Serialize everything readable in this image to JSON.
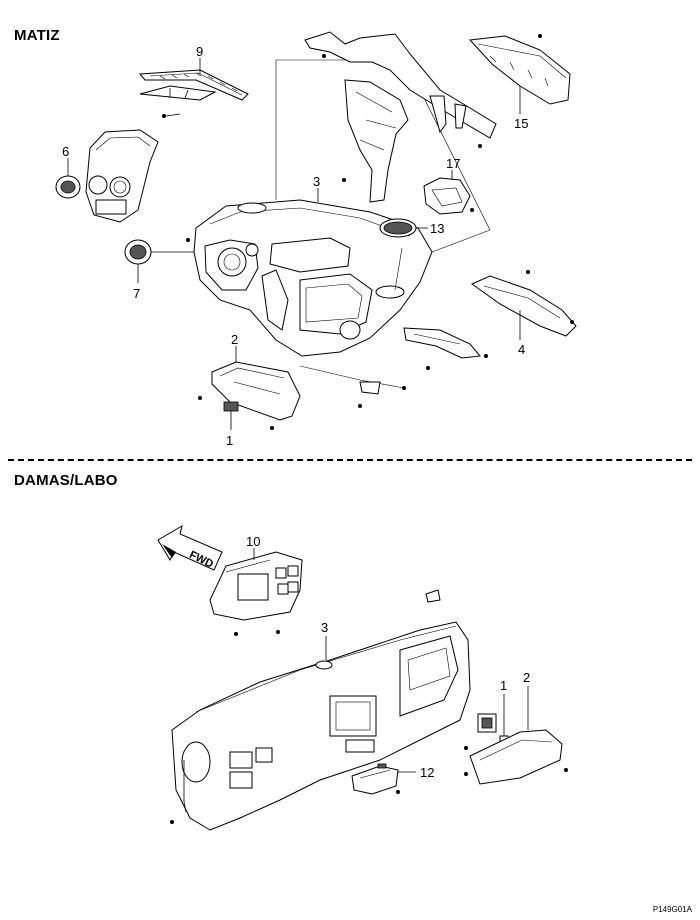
{
  "sections": {
    "matiz": {
      "title": "MATIZ"
    },
    "damas": {
      "title": "DAMAS/LABO"
    }
  },
  "callouts": {
    "matiz": [
      "9",
      "6",
      "7",
      "3",
      "15",
      "17",
      "13",
      "2",
      "1",
      "4"
    ],
    "damas": [
      "10",
      "3",
      "1",
      "2",
      "12"
    ]
  },
  "fwd_arrow": {
    "label": "FWD"
  },
  "figure_code": "P149G01A"
}
